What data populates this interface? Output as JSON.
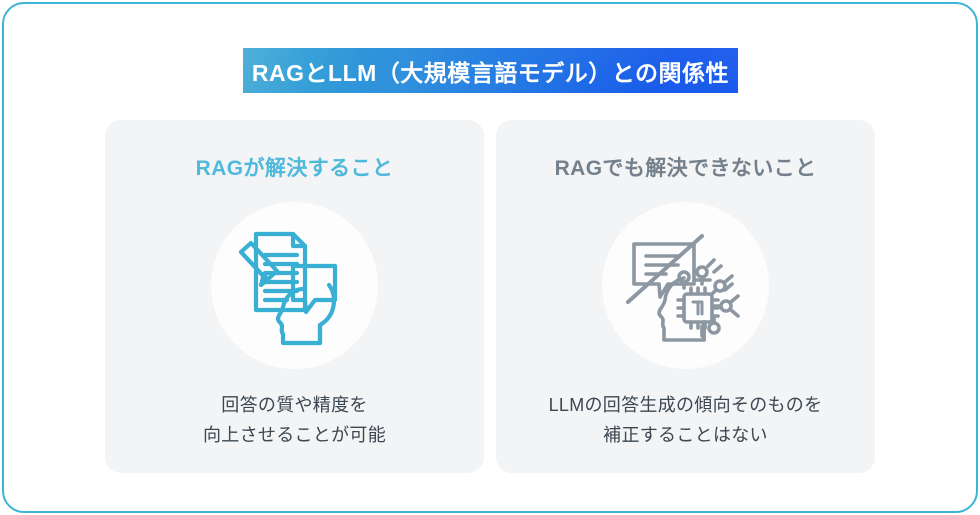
{
  "banner": {
    "title": "RAGとLLM（大規模言語モデル）との関係性",
    "gradient_from": "#3BA7D4",
    "gradient_to": "#1355EA",
    "text_color": "#FFFFFF"
  },
  "frame": {
    "border_color": "#3CB4D7",
    "background": "#FFFFFF"
  },
  "cards": [
    {
      "id": "rag-solves",
      "heading": "RAGが解決すること",
      "heading_color": "#4FB9DB",
      "icon_name": "document-pencil-speech-head-icon",
      "icon_color": "#3AAFD4",
      "caption_lines": [
        "回答の質や精度を",
        "向上させることが可能"
      ],
      "caption_color": "#3C4752",
      "background": "#F3F4F5"
    },
    {
      "id": "rag-cannot-solve",
      "heading": "RAGでも解決できないこと",
      "heading_color": "#74808C",
      "icon_name": "crossed-speech-ai-brain-head-icon",
      "icon_color": "#8C97A2",
      "caption_lines": [
        "LLMの回答生成の傾向そのものを",
        "補正することはない"
      ],
      "caption_color": "#3C4752",
      "background": "#F3F4F5"
    }
  ]
}
